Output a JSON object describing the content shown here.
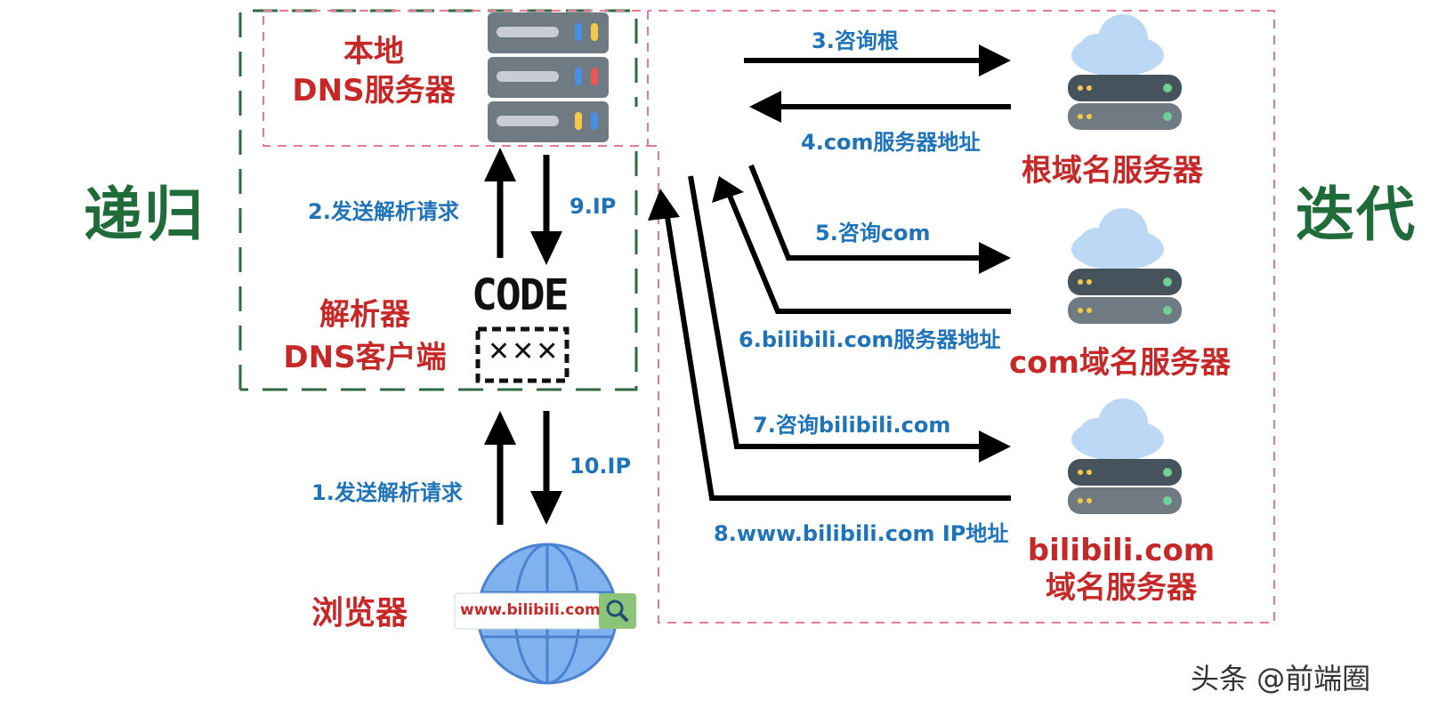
{
  "labels": {
    "recursion": "递归",
    "iteration": "迭代",
    "local_dns_line1": "本地",
    "local_dns_line2": "DNS服务器",
    "resolver_line1": "解析器",
    "resolver_line2": "DNS客户端",
    "browser": "浏览器",
    "code_text": "CODE",
    "code_xxx": "✕✕✕",
    "url": "www.bilibili.com",
    "root_server": "根域名服务器",
    "com_server": "com域名服务器",
    "bili_server_line1": "bilibili.com",
    "bili_server_line2": "域名服务器",
    "watermark": "头条 @前端圈"
  },
  "steps": {
    "s1": "1.发送解析请求",
    "s2": "2.发送解析请求",
    "s3": "3.咨询根",
    "s4": "4.com服务器地址",
    "s5": "5.咨询com",
    "s6": "6.bilibili.com服务器地址",
    "s7": "7.咨询bilibili.com",
    "s8": "8.www.bilibili.com IP地址",
    "s9": "9.IP",
    "s10": "10.IP"
  },
  "colors": {
    "recursion_green": "#1f6b3a",
    "server_name_red": "#c62828",
    "step_blue": "#1f73b8",
    "pink_dash": "#e57a92",
    "green_dash": "#2e6b43"
  },
  "icons": [
    "server-rack-icon",
    "code-icon",
    "globe-icon",
    "search-icon",
    "cloud-server-icon"
  ]
}
